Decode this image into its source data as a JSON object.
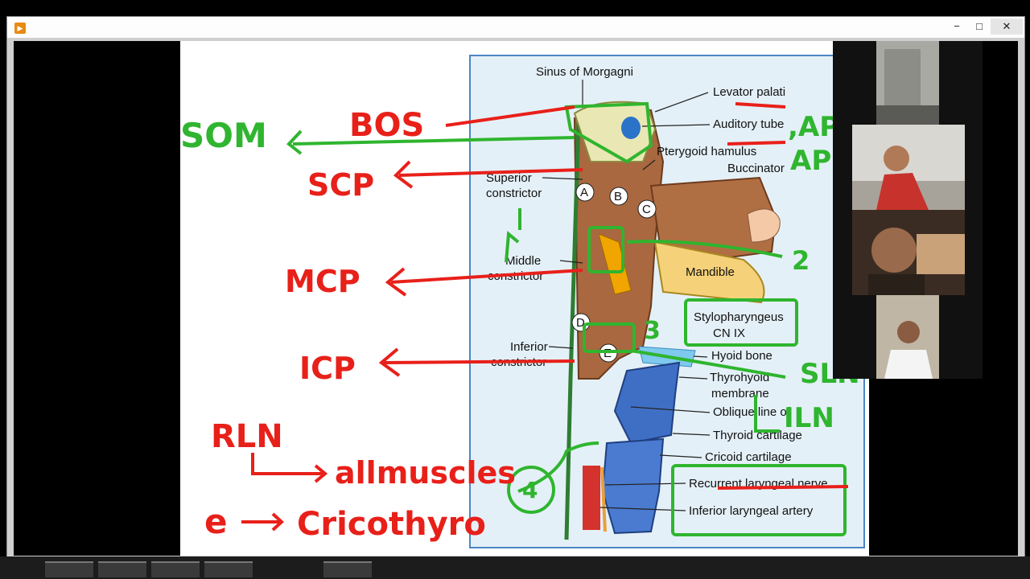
{
  "window": {
    "title": "",
    "controls": {
      "minimize": "−",
      "maximize": "□",
      "close": "✕"
    },
    "app_icon": "play-icon"
  },
  "slide": {
    "labels": {
      "sinus_morgagni": "Sinus of Morgagni",
      "levator_palati": "Levator palati",
      "auditory_tube": "Auditory tube",
      "pterygoid_hamulus": "Pterygoid hamulus",
      "buccinator": "Buccinator",
      "superior_constrictor_1": "Superior",
      "superior_constrictor_2": "constrictor",
      "middle_constrictor_1": "Middle",
      "middle_constrictor_2": "constrictor",
      "mandible": "Mandible",
      "stylopharyngeus_1": "Stylopharyngeus",
      "stylopharyngeus_2": "CN IX",
      "inferior_constrictor_1": "Inferior",
      "inferior_constrictor_2": "constrictor",
      "hyoid_bone": "Hyoid bone",
      "thyrohyoid_1": "Thyrohyoid",
      "thyrohyoid_2": "membrane",
      "oblique_line": "Oblique line of",
      "thyroid_cartilage": "Thyroid cartilage",
      "cricoid_cartilage": "Cricoid cartilage",
      "recurrent_laryngeal_nerve": "Recurrent laryngeal nerve",
      "inferior_laryngeal_artery": "Inferior laryngeal artery",
      "circle_a": "A",
      "circle_b": "B",
      "circle_c": "C",
      "circle_d": "D",
      "circle_e": "E"
    },
    "annotations": {
      "som": "SOM",
      "bos": "BOS",
      "scp": "SCP",
      "mcp": "MCP",
      "icp": "ICP",
      "ap_1": ",AP",
      "ap_2": "AP",
      "num_1": "1",
      "num_2": "2",
      "num_3": "3",
      "num_4": "4",
      "sln": "SLN",
      "iln": "ILN",
      "rln": "RLN",
      "all_muscles": "allmuscles",
      "e_arrow": "e",
      "cricothyroid": "Cricothyro"
    },
    "colors": {
      "red": "#e8201a",
      "green": "#2fb52f"
    }
  },
  "participants": [
    {
      "name": ""
    },
    {
      "name": ""
    },
    {
      "name": ""
    },
    {
      "name": ""
    }
  ]
}
